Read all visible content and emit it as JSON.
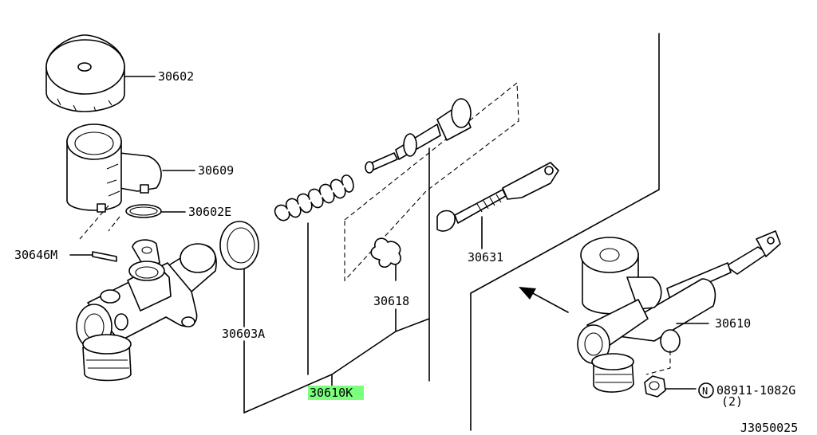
{
  "labels": {
    "reservoir_cap": "30602",
    "reservoir": "30609",
    "reservoir_seal": "30602E",
    "pin": "30646M",
    "gasket": "30603A",
    "spring": "30610K",
    "stopper_ring": "30618",
    "push_rod": "30631",
    "master_cylinder": "30610",
    "nut_symbol": "N",
    "nut": "08911-1082G",
    "nut_qty": "(2)",
    "diagram_id": "J3050025"
  },
  "colors": {
    "highlight": "#7cff7c",
    "line": "#000000"
  }
}
